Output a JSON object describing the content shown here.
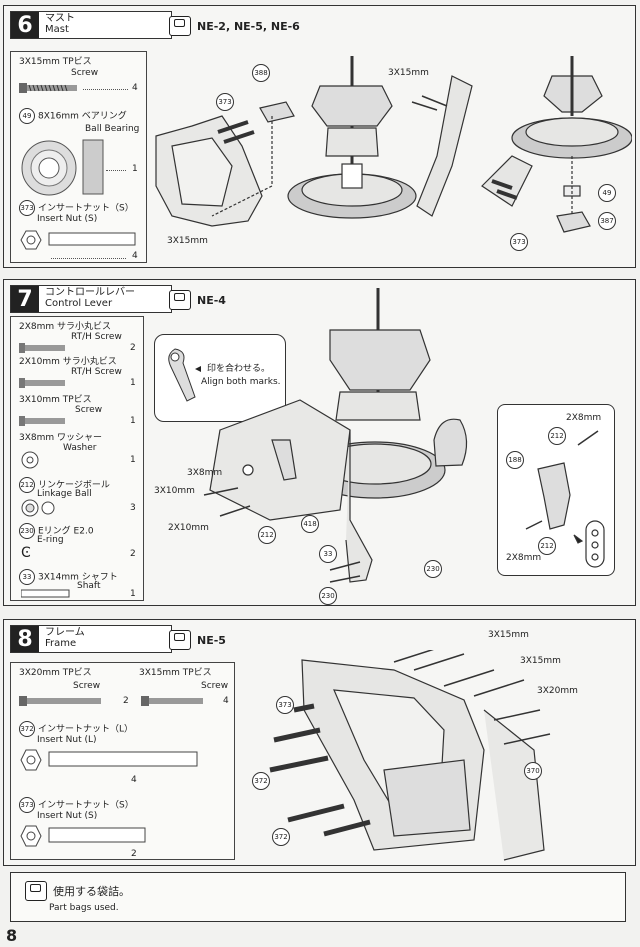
{
  "steps": [
    {
      "number": "6",
      "title_jp": "マスト",
      "title_en": "Mast",
      "bag": "NE-2, NE-5, NE-6",
      "parts": [
        {
          "name_jp": "3X15mm TPビス",
          "name_en": "Screw",
          "qty": "4"
        },
        {
          "id": "49",
          "name_jp": "8X16mm ベアリング",
          "name_en": "Ball Bearing",
          "qty": "1"
        },
        {
          "id": "373",
          "name_jp": "インサートナット（S）",
          "name_en": "Insert Nut (S)",
          "qty": "4"
        }
      ],
      "callouts": [
        "388",
        "373",
        "3X15mm",
        "3X15mm",
        "49",
        "387",
        "373"
      ]
    },
    {
      "number": "7",
      "title_jp": "コントロールレバー",
      "title_en": "Control Lever",
      "bag": "NE-4",
      "note_jp": "印を合わせる。",
      "note_en": "Align both marks.",
      "parts": [
        {
          "name_jp": "2X8mm サラ小丸ビス",
          "name_en": "RT/H Screw",
          "qty": "2"
        },
        {
          "name_jp": "2X10mm サラ小丸ビス",
          "name_en": "RT/H Screw",
          "qty": "1"
        },
        {
          "name_jp": "3X10mm TPビス",
          "name_en": "Screw",
          "qty": "1"
        },
        {
          "name_jp": "3X8mm ワッシャー",
          "name_en": "Washer",
          "qty": "1"
        },
        {
          "id": "212",
          "name_jp": "リンケージボール",
          "name_en": "Linkage Ball",
          "qty": "3"
        },
        {
          "id": "230",
          "name_jp": "Eリング E2.0",
          "name_en": "E-ring",
          "qty": "2"
        },
        {
          "id": "33",
          "name_jp": "3X14mm シャフト",
          "name_en": "Shaft",
          "qty": "1"
        }
      ],
      "callouts": [
        "3X8mm",
        "3X10mm",
        "2X10mm",
        "212",
        "418",
        "33",
        "230",
        "230",
        "2X8mm",
        "212",
        "188",
        "212",
        "2X8mm"
      ]
    },
    {
      "number": "8",
      "title_jp": "フレーム",
      "title_en": "Frame",
      "bag": "NE-5",
      "parts": [
        {
          "name_jp": "3X20mm TPビス",
          "name_en": "Screw",
          "qty": "2"
        },
        {
          "name_jp": "3X15mm TPビス",
          "name_en": "Screw",
          "qty": "4"
        },
        {
          "id": "372",
          "name_jp": "インサートナット（L）",
          "name_en": "Insert Nut (L)",
          "qty": "4"
        },
        {
          "id": "373",
          "name_jp": "インサートナット（S）",
          "name_en": "Insert Nut (S)",
          "qty": "2"
        }
      ],
      "callouts": [
        "3X15mm",
        "3X15mm",
        "3X20mm",
        "373",
        "372",
        "370",
        "372"
      ]
    }
  ],
  "footer": {
    "jp": "使用する袋詰。",
    "en": "Part bags used."
  },
  "page_number": "8"
}
